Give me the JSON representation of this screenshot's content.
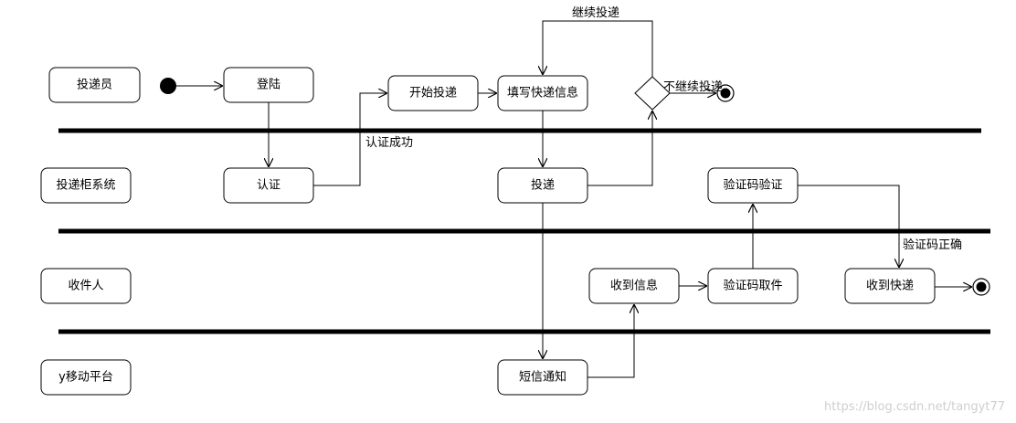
{
  "lanes": {
    "courier": "投递员",
    "locker_system": "投递柜系统",
    "recipient": "收件人",
    "platform": "y移动平台"
  },
  "nodes": {
    "login": "登陆",
    "start_delivery": "开始投递",
    "fill_info": "填写快递信息",
    "authenticate": "认证",
    "deliver": "投递",
    "verify_code": "验证码验证",
    "receive_info": "收到信息",
    "pickup_with_code": "验证码取件",
    "receive_parcel": "收到快递",
    "sms_notify": "短信通知"
  },
  "edge_labels": {
    "continue": "继续投递",
    "stop": "不继续投递",
    "auth_ok": "认证成功",
    "code_ok": "验证码正确"
  },
  "watermark": "https://blog.csdn.net/tangyt77"
}
